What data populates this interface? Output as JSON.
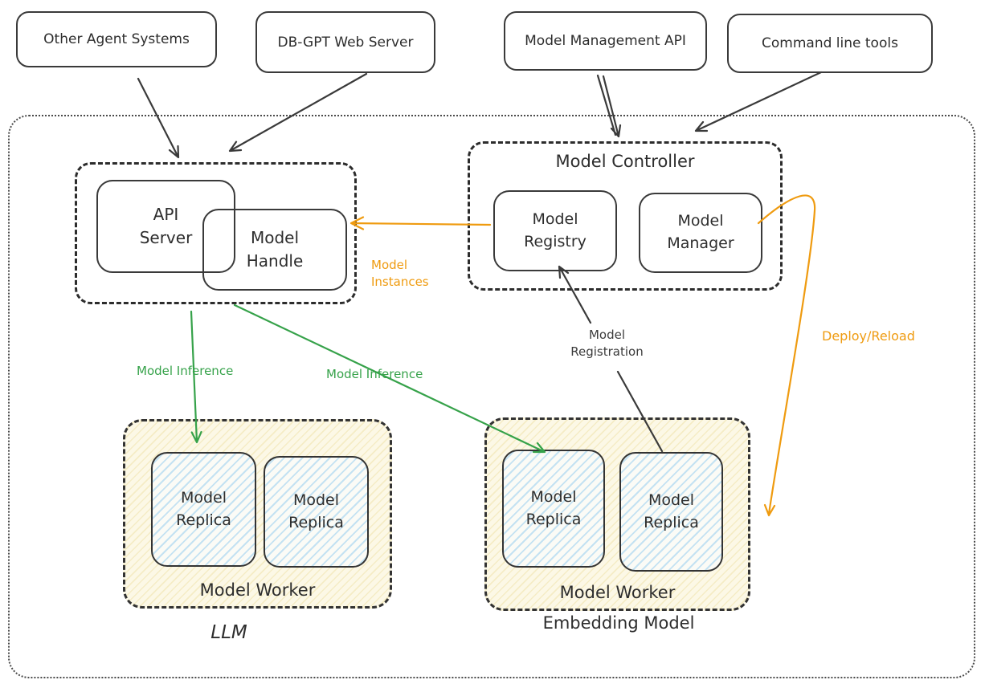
{
  "diagram": {
    "clients": [
      "Other Agent Systems",
      "DB-GPT Web Server",
      "Model Management API",
      "Command line tools"
    ],
    "api_group": {
      "server": "API\nServer",
      "handle": "Model\nHandle"
    },
    "controller": {
      "title": "Model Controller",
      "registry": "Model\nRegistry",
      "manager": "Model\nManager"
    },
    "workers": [
      {
        "name": "Model Worker",
        "caption": "LLM",
        "replicas": [
          "Model\nReplica",
          "Model\nReplica"
        ]
      },
      {
        "name": "Model Worker",
        "caption": "Embedding Model",
        "replicas": [
          "Model\nReplica",
          "Model\nReplica"
        ]
      }
    ],
    "labels": {
      "model_instances": "Model\nInstances",
      "model_inference_left": "Model Inference",
      "model_inference_right": "Model Inference",
      "model_registration": "Model\nRegistration",
      "deploy_reload": "Deploy/Reload"
    },
    "colors": {
      "ink": "#3a3a3a",
      "orange": "#ef9b10",
      "green": "#36a24a",
      "worker_fill": "#fcf8e6",
      "replica_stripe": "#96cdee"
    }
  }
}
